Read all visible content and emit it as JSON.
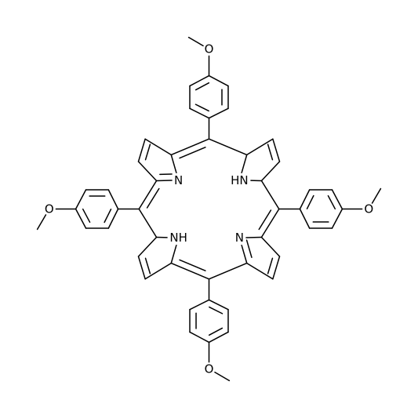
{
  "molecule": {
    "labels": {
      "n_top_left": "N",
      "nh_top_right": "HN",
      "nh_bottom_left": "NH",
      "n_bottom_right": "N",
      "o_top": "O",
      "o_left": "O",
      "o_right": "O",
      "o_bottom": "O"
    },
    "colors": {
      "bond": "#000000",
      "background": "#ffffff"
    }
  }
}
